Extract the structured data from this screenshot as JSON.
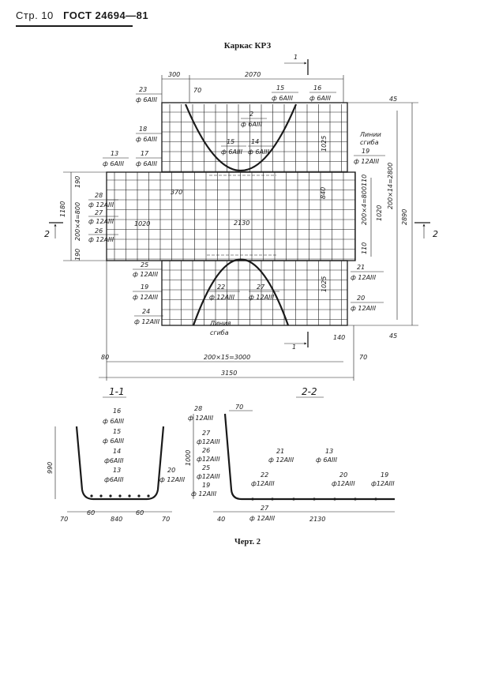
{
  "header": {
    "page": "Стр. 10",
    "standard": "ГОСТ 24694—81"
  },
  "title": "Каркас КРЗ",
  "caption": "Черт. 2",
  "plan": {
    "dims": {
      "d300": "300",
      "d2070": "2070",
      "d70a": "70",
      "d45a": "45",
      "d45b": "45",
      "d1025a": "1025",
      "d1025b": "1025",
      "d370": "370",
      "d1020a": "1020",
      "d2130": "2130",
      "d840": "840",
      "d1180": "1180",
      "d190a": "190",
      "d190b": "190",
      "d800a": "200×4=800",
      "d800b": "200×4=800",
      "d1020b": "1020",
      "d110a": "110",
      "d110b": "110",
      "d2800": "200×14=2800",
      "d2890": "2890",
      "d80": "80",
      "d3000": "200×15=3000",
      "d70b": "70",
      "d3150": "3150",
      "d140": "140"
    },
    "labels": {
      "n23": "23",
      "s23": "ф 6АIII",
      "n15a": "15",
      "s15a": "ф 6АIII",
      "n16": "16",
      "s16": "ф 6АIII",
      "n2": "2",
      "s2": "ф 6АIII",
      "n18": "18",
      "s18": "ф 6АIII",
      "n15b": "15",
      "s15b": "ф 6АIII",
      "n14": "14",
      "s14": "ф 6АIII",
      "n13": "13",
      "s13": "ф 6АIII",
      "n17": "17",
      "s17": "ф 6АIII",
      "n19a": "19",
      "s19a": "ф 12АIII",
      "n28": "28",
      "s28": "ф 12АIII",
      "n27": "27",
      "s27": "ф 12АIII",
      "n26": "26",
      "s26": "ф 12АIII",
      "n25": "25",
      "s25": "ф 12АIII",
      "n19b": "19",
      "s19b": "ф 12АIII",
      "n24": "24",
      "s24": "ф 12АIII",
      "n22": "22",
      "s22": "ф 12АIII",
      "n27b": "27",
      "s27b": "ф 12АIII",
      "n21": "21",
      "s21": "ф 12АIII",
      "n20": "20",
      "s20": "ф 12АIII",
      "bend1a": "Линии",
      "bend1b": "сгиба",
      "bend2a": "Линия",
      "bend2b": "сгиба",
      "cut1top": "1",
      "cut1bot": "1",
      "cut2l": "2",
      "cut2r": "2"
    }
  },
  "section11": {
    "title": "1-1",
    "labels": {
      "n16": "16",
      "s16": "ф 6АIII",
      "n15": "15",
      "s15": "ф 6АIII",
      "n14": "14",
      "s14": "ф6АIII",
      "n13": "13",
      "s13": "ф6АIII",
      "n20": "20",
      "s20": "ф 12АIII"
    },
    "dims": {
      "h990": "990",
      "b70a": "70",
      "b60a": "60",
      "b840": "840",
      "b60b": "60",
      "b70b": "70"
    }
  },
  "section22": {
    "title": "2-2",
    "labels": {
      "n28": "28",
      "s28": "ф 12АIII",
      "n27": "27",
      "s27": "ф12АIII",
      "n26": "26",
      "s26": "ф12АIII",
      "n25": "25",
      "s25": "ф12АIII",
      "n19": "19",
      "s19": "ф 12АIII",
      "n21": "21",
      "s21": "ф 12АIII",
      "n13": "13",
      "s13": "ф 6АIII",
      "n22": "22",
      "s22": "ф12АIII",
      "n20": "20",
      "s20": "ф12АIII",
      "n19b": "19",
      "s19b": "ф12АIII",
      "n27b": "27",
      "s27b": "ф 12АIII"
    },
    "dims": {
      "h1000": "1000",
      "d70": "70",
      "d40": "40",
      "d2130": "2130"
    }
  }
}
